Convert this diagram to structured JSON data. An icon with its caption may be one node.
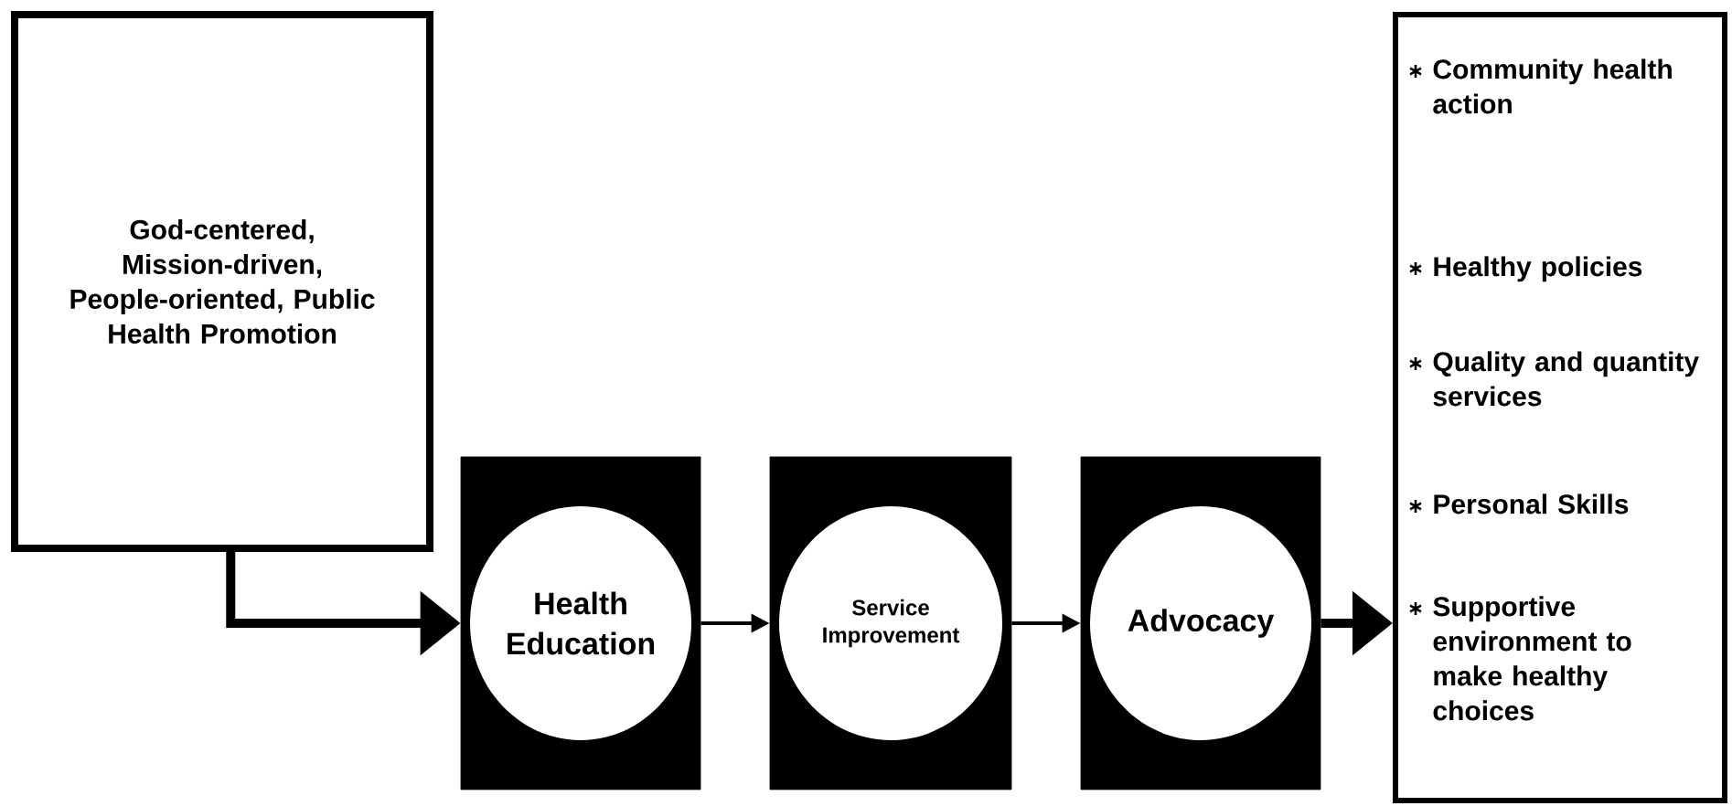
{
  "diagram": {
    "nodes": [
      {
        "text": [
          "God-centered, Mission-driven, People-oriented, Public Health Promotion"
        ]
      },
      {
        "text": [
          "Health Education"
        ]
      },
      {
        "text": [
          "Service Improvement"
        ]
      },
      {
        "text": [
          "Advocacy"
        ]
      },
      {
        "text": [
          "Community health action",
          "Healthy policies",
          "Quality and quantity services",
          "Personal Skills",
          "Supportive environment to make healthy choices"
        ]
      }
    ],
    "edges": [
      {
        "from": 0,
        "to": 1,
        "arrow": "to",
        "style": "thick"
      },
      {
        "from": 1,
        "to": 2,
        "arrow": "to"
      },
      {
        "from": 2,
        "to": 3,
        "arrow": "to"
      },
      {
        "from": 3,
        "to": 4,
        "arrow": "to",
        "style": "thick"
      }
    ]
  }
}
